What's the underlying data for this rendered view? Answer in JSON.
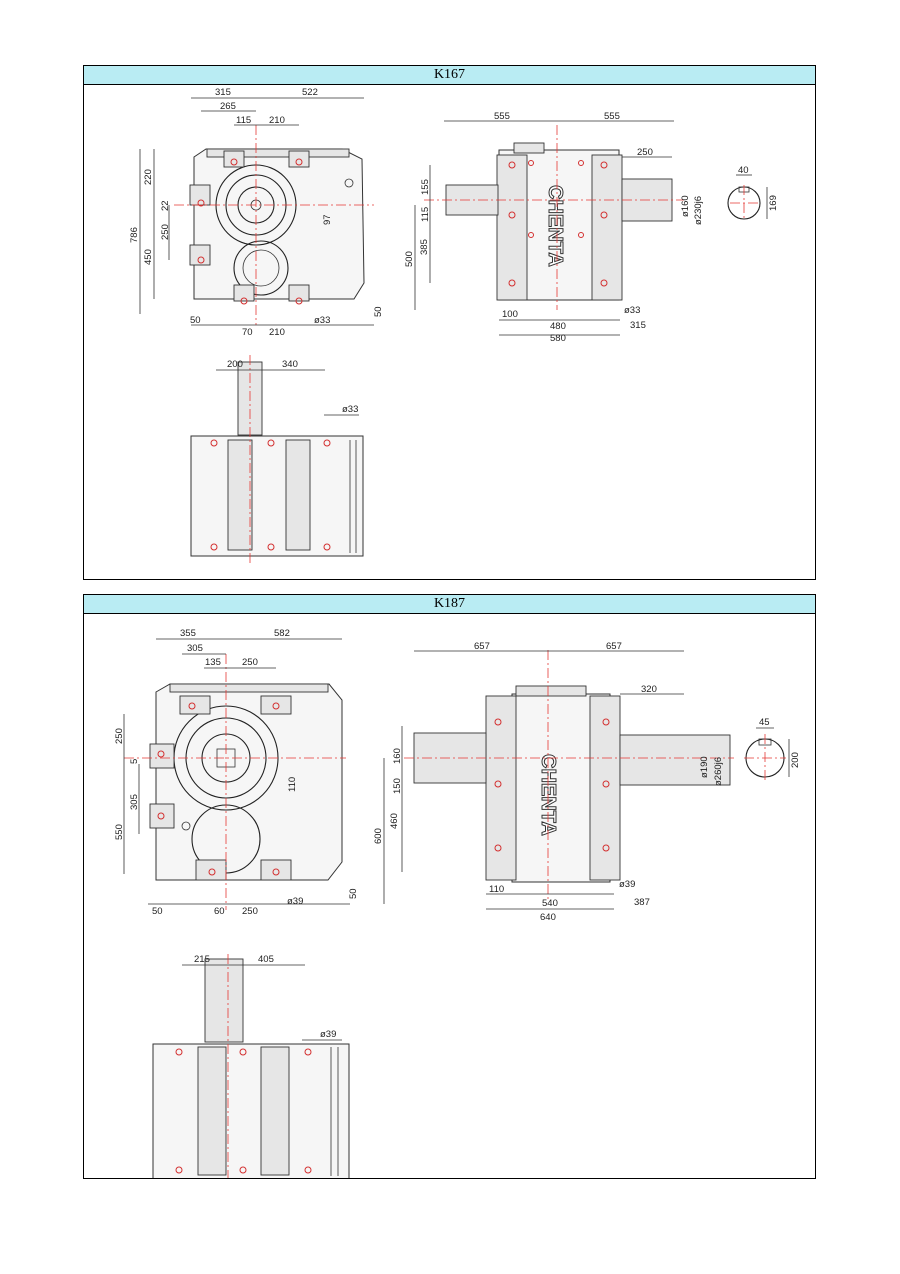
{
  "panels": [
    {
      "title": "K167",
      "front": {
        "top_dims": [
          "315",
          "265",
          "115",
          "210",
          "522"
        ],
        "left_dims": [
          "786",
          "220",
          "22",
          "250",
          "450",
          "97"
        ],
        "bottom_dims": [
          "50",
          "70",
          "210",
          "ø33",
          "50"
        ]
      },
      "side": {
        "top_dims": [
          "555",
          "555",
          "250"
        ],
        "left_dims": [
          "155",
          "115",
          "500",
          "385"
        ],
        "right_dims": [
          "ø160",
          "ø230j6"
        ],
        "bottom_dims": [
          "100",
          "480",
          "ø33",
          "315",
          "580"
        ],
        "logo": "CHENTA"
      },
      "key": {
        "width": "40",
        "height": "169"
      },
      "top_view": {
        "dims": [
          "200",
          "340",
          "ø33"
        ]
      }
    },
    {
      "title": "K187",
      "front": {
        "top_dims": [
          "355",
          "305",
          "135",
          "250",
          "582"
        ],
        "left_dims": [
          "250",
          "5",
          "305",
          "550",
          "110"
        ],
        "bottom_dims": [
          "50",
          "60",
          "250",
          "ø39",
          "50"
        ]
      },
      "side": {
        "top_dims": [
          "657",
          "657",
          "320"
        ],
        "left_dims": [
          "160",
          "150",
          "600",
          "460"
        ],
        "right_dims": [
          "ø190",
          "ø260j6"
        ],
        "bottom_dims": [
          "110",
          "540",
          "ø39",
          "387",
          "640"
        ],
        "logo": "CHENTA"
      },
      "key": {
        "width": "45",
        "height": "200"
      },
      "top_view": {
        "dims": [
          "215",
          "405",
          "ø39"
        ]
      }
    }
  ],
  "colors": {
    "header_bg": "#b9ecf3",
    "centerline": "#e53935",
    "hole": "#d32f2f"
  }
}
